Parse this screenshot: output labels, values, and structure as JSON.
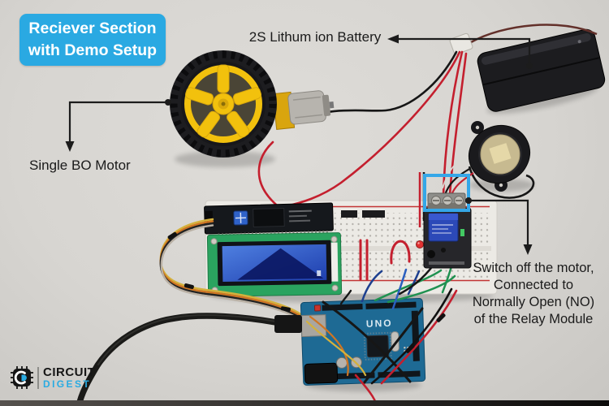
{
  "image": {
    "type": "annotated hardware demo photo",
    "background": "#d7d5d1",
    "accent_blue": "#29abe2",
    "highlight_box_color": "#35a7e8",
    "annotation_color": "#1c1c1c"
  },
  "badge": {
    "line1": "Reciever Section",
    "line2": "with Demo Setup"
  },
  "annotations": {
    "battery": {
      "text": "2S Lithum ion Battery"
    },
    "motor": {
      "text": "Single BO Motor"
    },
    "relay": {
      "line1": "Switch off the motor,",
      "line2": "Connected to",
      "line3": "Normally Open (NO)",
      "line4": "of the Relay Module"
    }
  },
  "components": {
    "arduino_label": "UNO",
    "wheel": "yellow BO motor wheel",
    "battery": "2S lithium-ion battery pack",
    "speaker": "speaker",
    "breadboard": "breadboard",
    "lcd": "16x2 I2C LCD",
    "relay": "relay module"
  },
  "logo": {
    "top": "CIRCUIT",
    "bottom": "DIGEST"
  }
}
